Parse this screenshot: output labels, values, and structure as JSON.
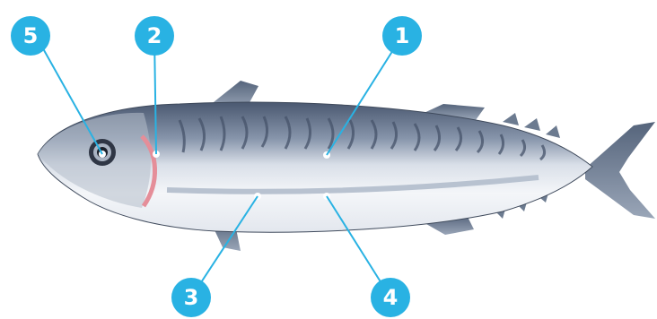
{
  "markers": [
    {
      "label": "1",
      "part": "body"
    },
    {
      "label": "2",
      "part": "gill"
    },
    {
      "label": "3",
      "part": "lateral-line-front"
    },
    {
      "label": "4",
      "part": "lateral-line-rear"
    },
    {
      "label": "5",
      "part": "eye"
    }
  ],
  "colors": {
    "marker": "#29b2e3",
    "back": "#5f6f86",
    "belly": "#eef1f5",
    "fin": "#6c7b90",
    "gill": "#e58e99"
  }
}
